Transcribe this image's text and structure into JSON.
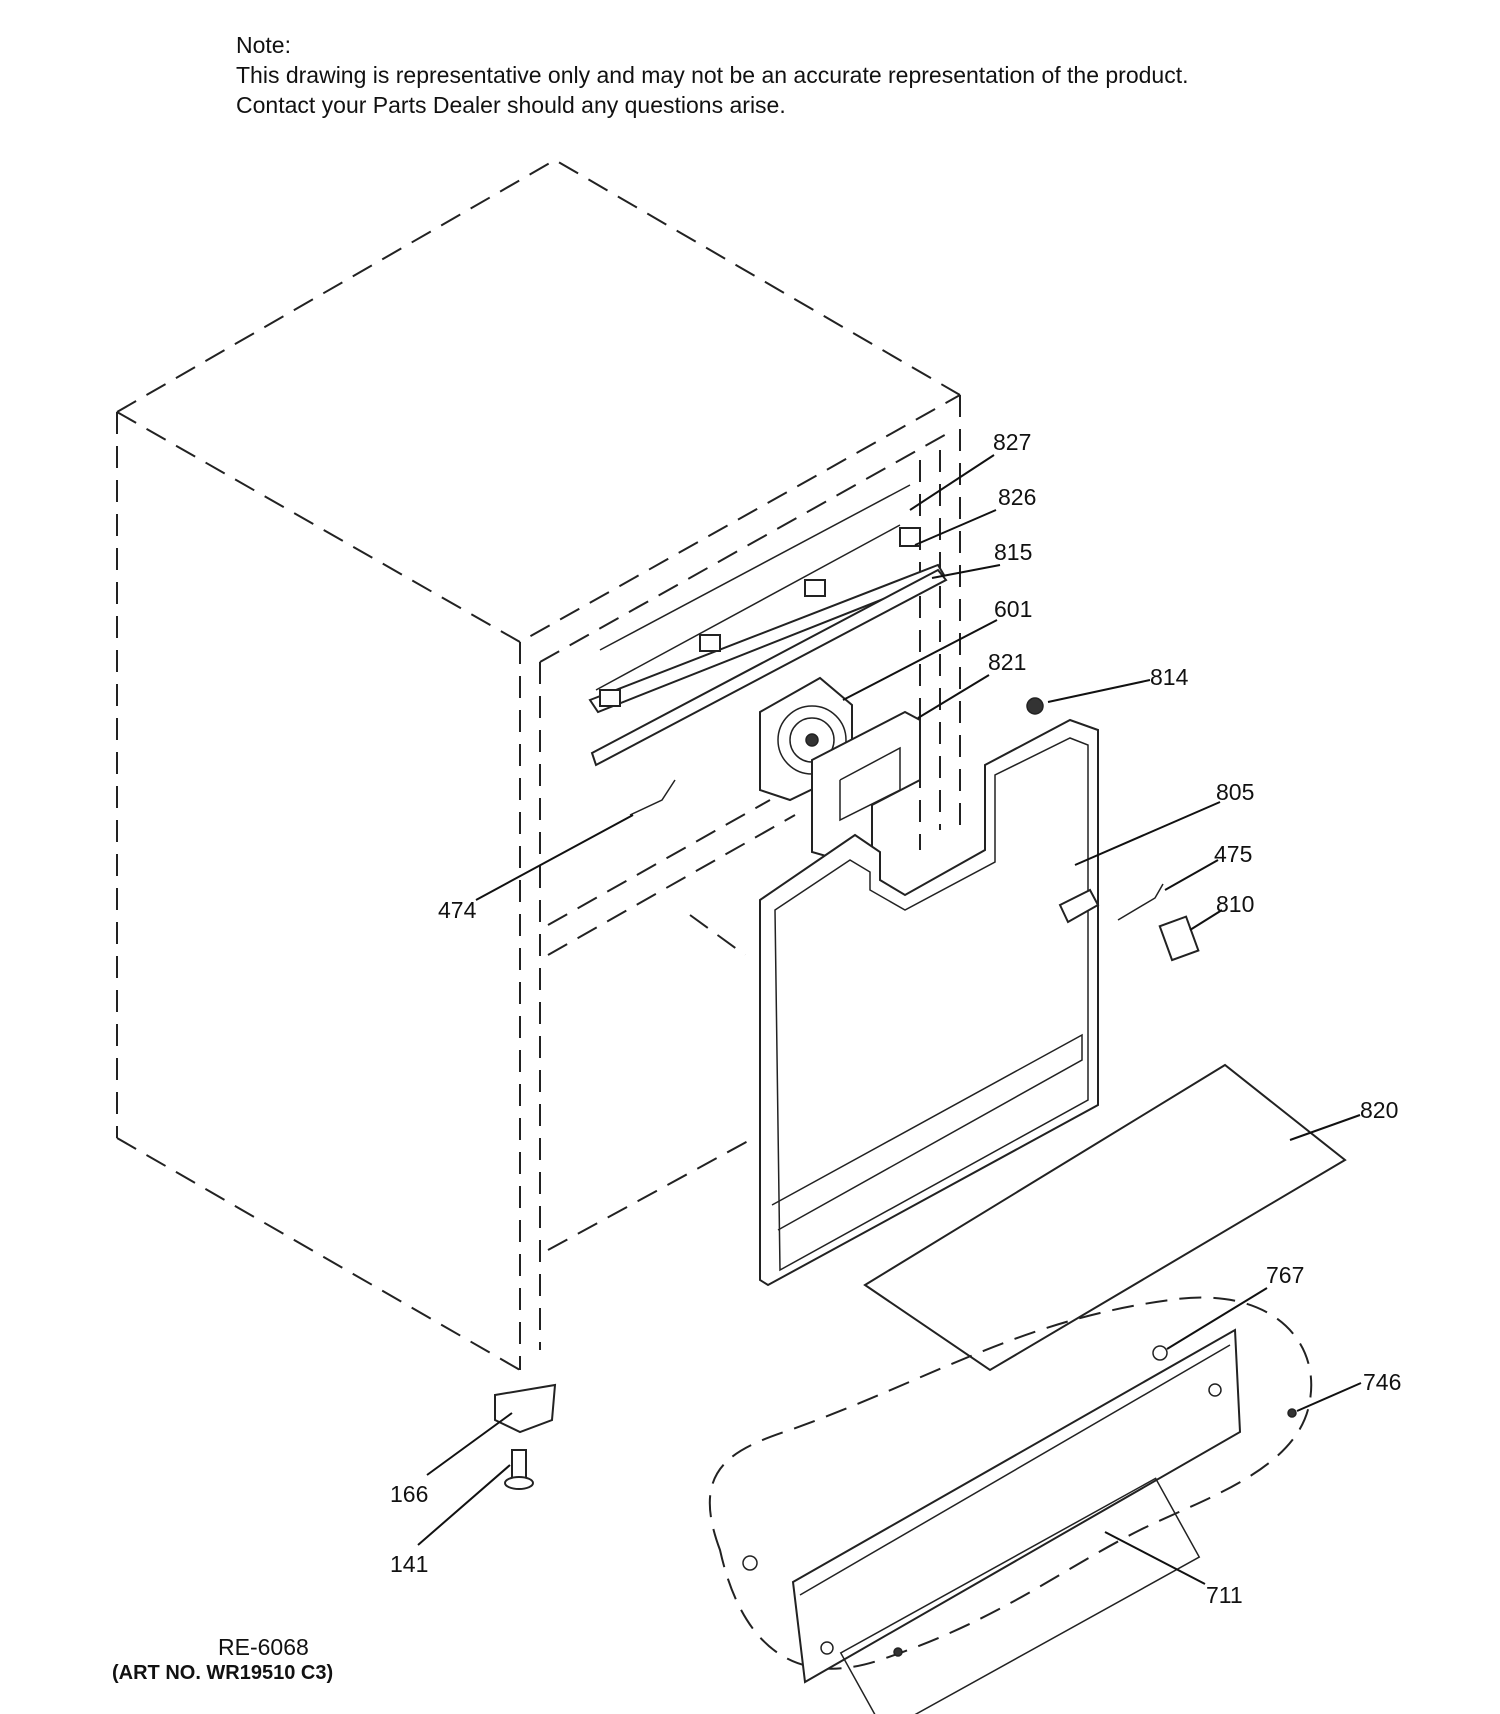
{
  "note": {
    "heading": "Note:",
    "line1": "This drawing is representative only and may not be an accurate representation of the product.",
    "line2": "Contact your Parts Dealer should any questions arise."
  },
  "callouts": {
    "p827": "827",
    "p826": "826",
    "p815": "815",
    "p601": "601",
    "p821": "821",
    "p814": "814",
    "p805": "805",
    "p475": "475",
    "p810": "810",
    "p474": "474",
    "p820": "820",
    "p767": "767",
    "p746": "746",
    "p166": "166",
    "p141": "141",
    "p711": "711"
  },
  "footer": {
    "ref": "RE-6068",
    "art_no": "(ART NO. WR19510 C3)"
  }
}
